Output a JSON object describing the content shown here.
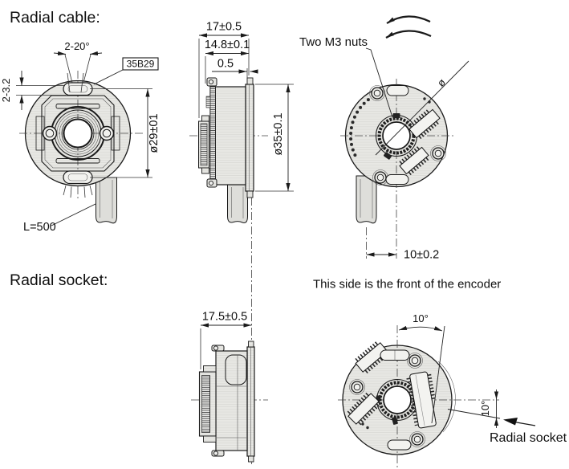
{
  "colors": {
    "line": "#1a1a1a",
    "body_fill": "#e9e9e6",
    "hatch_line": "#d8d8d3",
    "cable_fill": "#dededa",
    "chip_fill": "#f3f3f0",
    "background": "#ffffff"
  },
  "sections": {
    "radial_cable_title": "Radial cable:",
    "radial_socket_title": "Radial socket:"
  },
  "front_view": {
    "slot_angle": "2-20°",
    "slot_size": "2-3.2",
    "part_label": "35B29",
    "pitch_diameter": "ø29±01",
    "cable_length": "L=500"
  },
  "side_view_cable": {
    "total_depth": "17±0.5",
    "body_depth": "14.8±0.1",
    "flange_offset": "0.5",
    "outer_diameter": "ø35±0.1"
  },
  "back_view": {
    "nuts_label": "Two M3 nuts",
    "shaft_diameter_symbol": "ø",
    "cable_offset": "10±0.2",
    "front_note": "This side is the front of the encoder"
  },
  "side_view_socket": {
    "total_depth": "17.5±0.5"
  },
  "socket_back_view": {
    "angle_top": "10°",
    "angle_side": "10°",
    "socket_label": "Radial socket"
  }
}
